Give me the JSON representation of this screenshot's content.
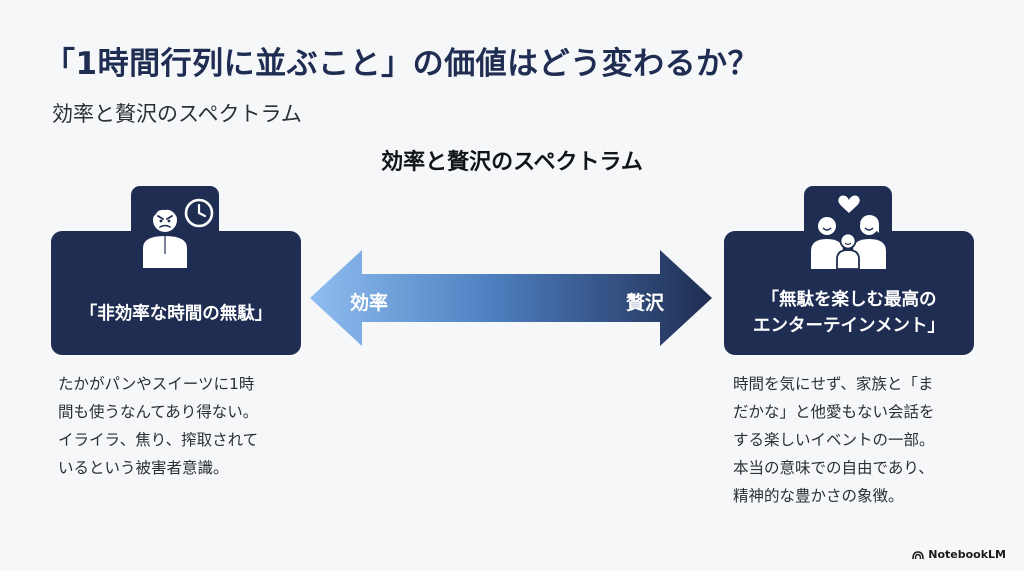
{
  "title": "「1時間行列に並ぶこと」の価値はどう変わるか？",
  "subtitle": "効率と贅沢のスペクトラム",
  "center_heading": "効率と贅沢のスペクトラム",
  "left_card": {
    "label": "「非効率な時間の無駄」",
    "icon": "frustrated-person-with-clock-icon",
    "description": [
      "たかがパンやスイーツに1時",
      "間も使うなんてあり得ない。",
      "イライラ、焦り、搾取されて",
      "いるという被害者意識。"
    ]
  },
  "right_card": {
    "label_lines": [
      "「無駄を楽しむ最高の",
      "エンターテインメント」"
    ],
    "icon": "family-with-heart-icon",
    "description": [
      "時間を気にせず、家族と「ま",
      "だかな」と他愛もない会話を",
      "する楽しいイベントの一部。",
      "本当の意味での自由であり、",
      "精神的な豊かさの象徴。"
    ]
  },
  "arrow": {
    "left_label": "効率",
    "right_label": "贅沢",
    "left_color": "#7fb1e8",
    "right_color": "#1f2d52"
  },
  "brand": "NotebookLM",
  "colors": {
    "navy": "#1f2d52",
    "background": "#f6f7f9"
  }
}
